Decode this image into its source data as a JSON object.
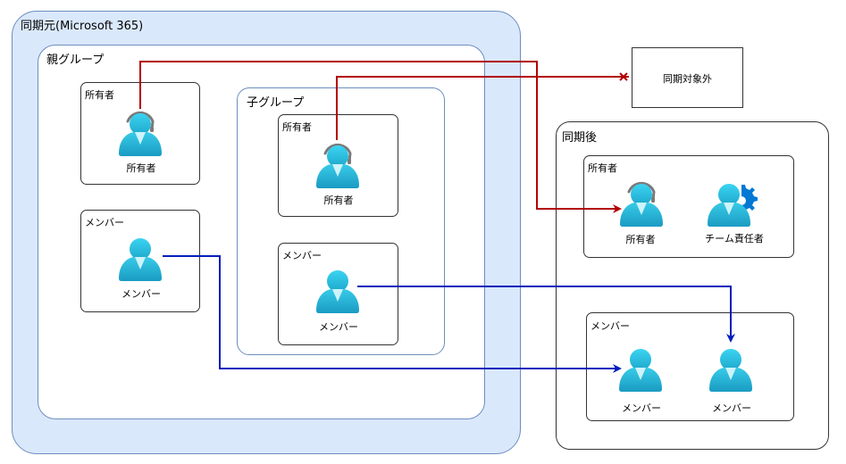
{
  "source": {
    "title": "同期元(Microsoft 365)"
  },
  "parent_group": {
    "title": "親グループ",
    "owner_box": {
      "title": "所有者",
      "user_label": "所有者"
    },
    "member_box": {
      "title": "メンバー",
      "user_label": "メンバー"
    }
  },
  "child_group": {
    "title": "子グループ",
    "owner_box": {
      "title": "所有者",
      "user_label": "所有者"
    },
    "member_box": {
      "title": "メンバー",
      "user_label": "メンバー"
    }
  },
  "excluded": {
    "label": "同期対象外"
  },
  "after": {
    "title": "同期後",
    "owner_box": {
      "title": "所有者",
      "owner_label": "所有者",
      "team_admin_label": "チーム責任者"
    },
    "member_box": {
      "title": "メンバー",
      "member1_label": "メンバー",
      "member2_label": "メンバー"
    }
  },
  "colors": {
    "owner_connector": "#b20000",
    "member_connector": "#001dbc",
    "user_icon": "#32bedd",
    "headset": "#7a7a7a",
    "gear": "#0078d4"
  },
  "icons": {
    "owner": "user-with-headset-icon",
    "member": "user-icon",
    "team_admin": "user-with-gear-icon"
  }
}
